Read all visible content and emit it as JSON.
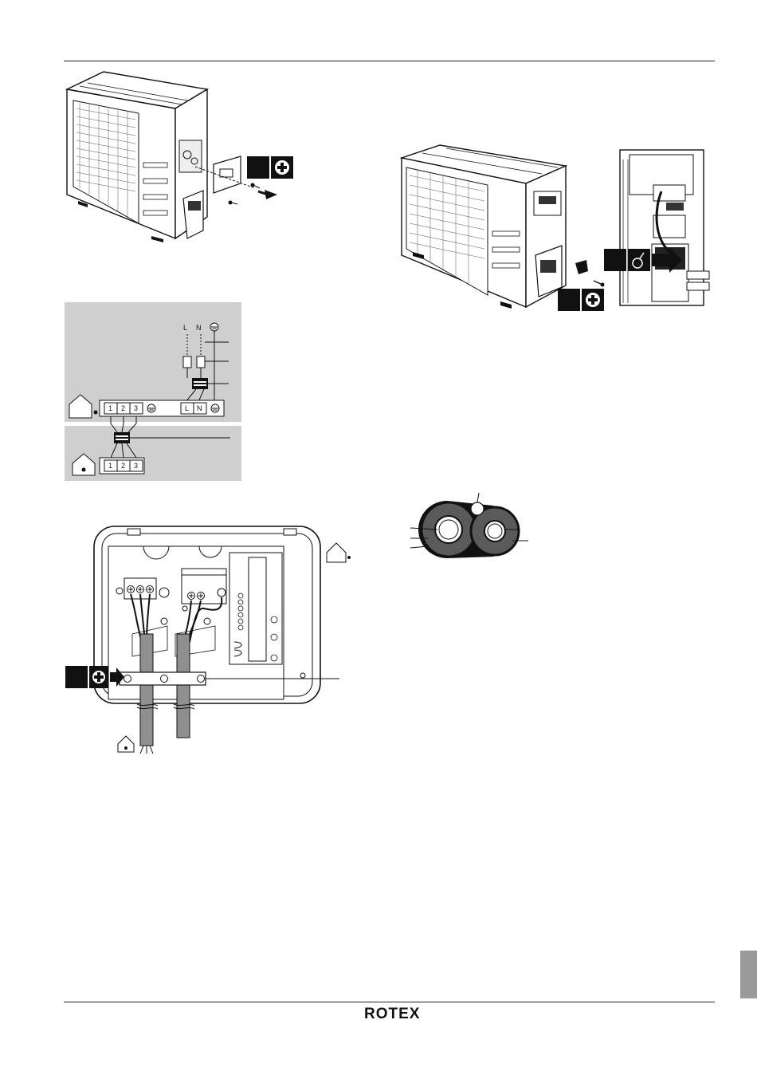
{
  "brand": "ROTEX",
  "terminal_labels": {
    "t1": "1",
    "t2": "2",
    "t3": "3",
    "live": "L",
    "neutral": "N"
  },
  "supply_labels": {
    "live": "L",
    "neutral": "N"
  },
  "icons": {
    "screwdriver": "phillips-screwdriver-icon",
    "house": "indoor-unit-house-icon",
    "cable_tie": "cable-tie-icon",
    "ground": "ground-symbol-icon"
  },
  "colors": {
    "panel_grey": "#cfcfcf",
    "tab_grey": "#9a9a9a",
    "dark": "#111111"
  }
}
